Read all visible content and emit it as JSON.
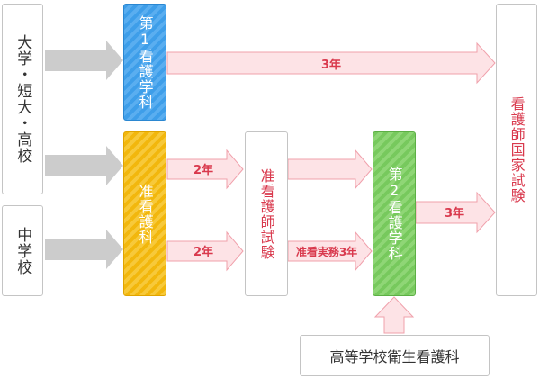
{
  "colors": {
    "blue_box": "#3e9ee9",
    "yellow_box": "#f2b70d",
    "green_box": "#77c95d",
    "arrow_fill_pink": "#fde3e6",
    "arrow_stroke_pink": "#f0a0ab",
    "arrow_gray": "#cccccc",
    "label_red": "#d9394d"
  },
  "sources": {
    "univ": "大学・短大・高校",
    "junior_high": "中学校",
    "high_school_nursing": "高等学校衛生看護科"
  },
  "programs": {
    "nursing1": "第1看護学科",
    "assoc_nursing": "准看護科",
    "nursing2": "第2看護学科"
  },
  "exams": {
    "assoc_exam": "准看護師試験",
    "national_exam": "看護師国家試験"
  },
  "labels": {
    "three_years_top": "3年",
    "two_years_a": "2年",
    "two_years_b": "2年",
    "practice": "准看実務3年",
    "three_years_right": "3年"
  }
}
